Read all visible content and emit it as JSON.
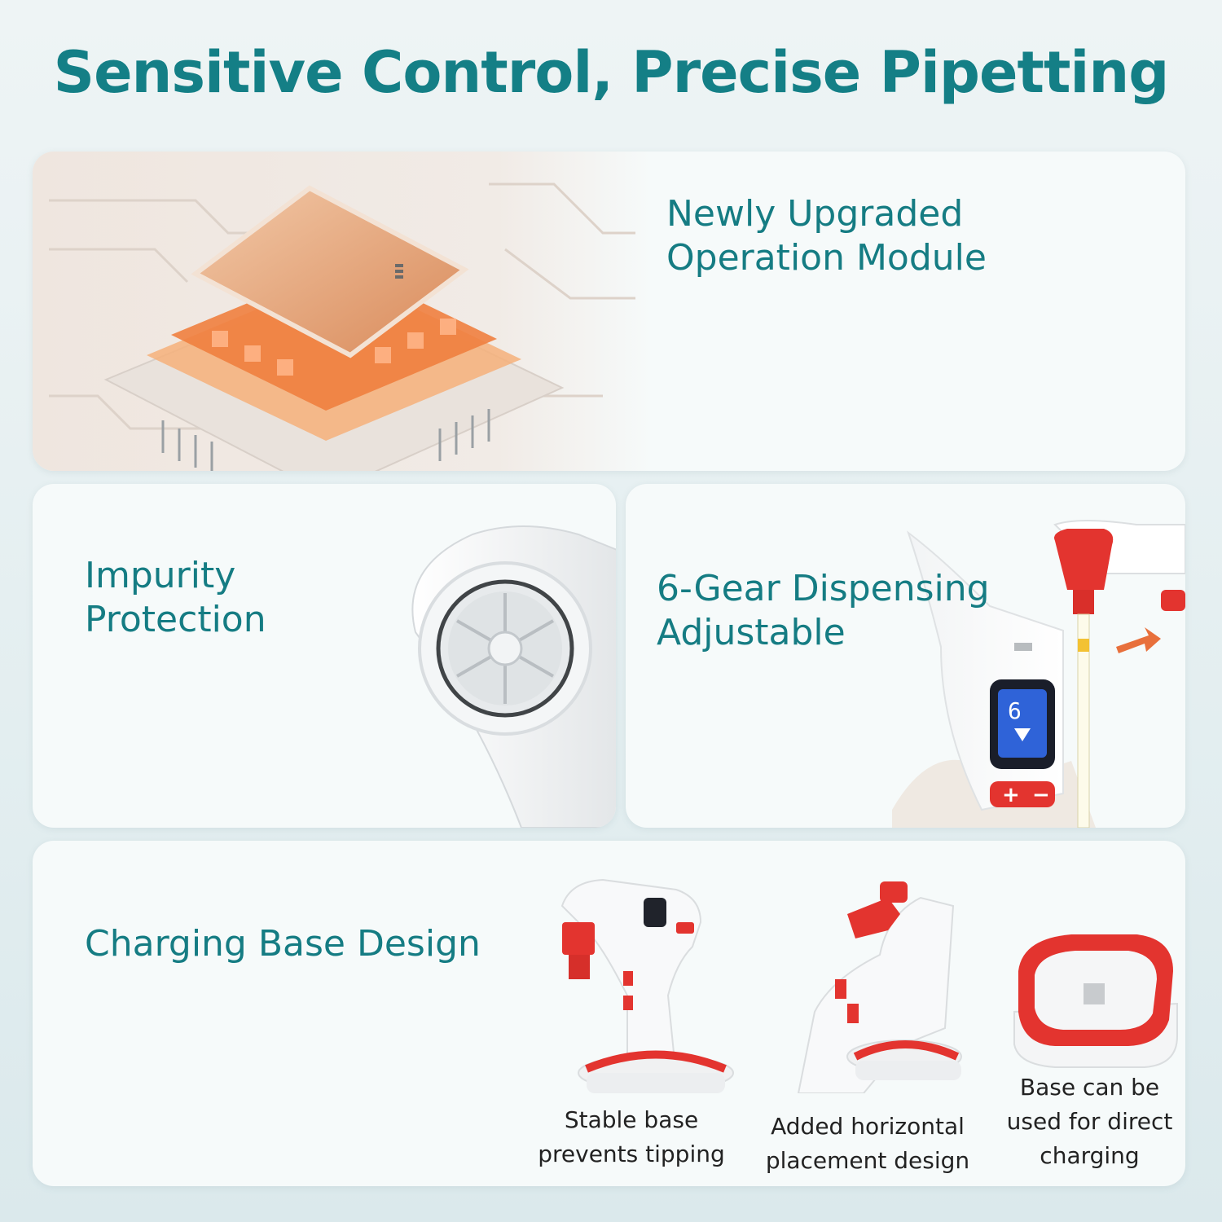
{
  "page": {
    "title": "Sensitive Control, Precise Pipetting"
  },
  "features": {
    "module": {
      "line1": "Newly Upgraded",
      "line2": "Operation Module"
    },
    "impurity": {
      "line1": "Impurity",
      "line2": "Protection"
    },
    "gear": {
      "line1": "6-Gear Dispensing",
      "line2": "Adjustable",
      "display_digit": "6"
    },
    "charging": {
      "heading": "Charging Base Design",
      "captions": [
        {
          "line1": "Stable base",
          "line2": "prevents tipping"
        },
        {
          "line1": "Added horizontal",
          "line2": "placement design"
        },
        {
          "line1": "Base can be",
          "line2": "used for direct",
          "line3": "charging"
        }
      ]
    }
  },
  "colors": {
    "accent": "#147f86",
    "red": "#e3342f",
    "chip": "#e8794a"
  }
}
